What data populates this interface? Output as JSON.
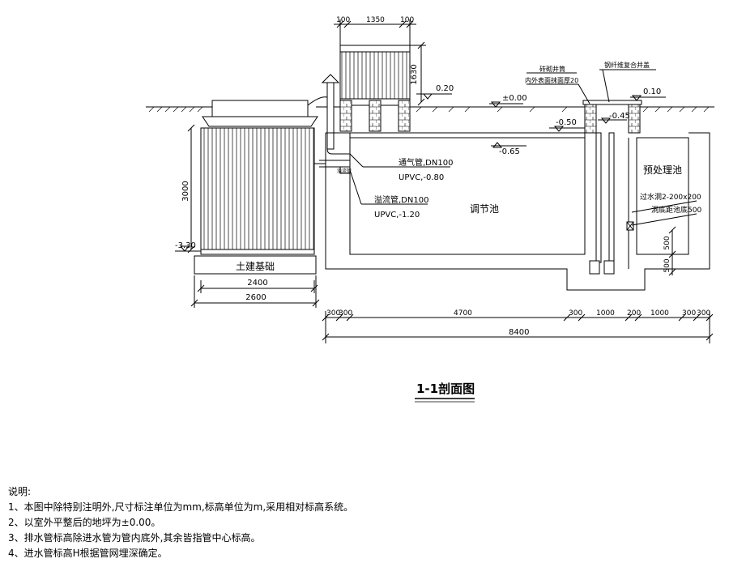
{
  "title": "1-1剖面图",
  "dimensions": {
    "top": [
      "100",
      "1350",
      "100"
    ],
    "top_height": "1630",
    "left_height": "3000",
    "base_inner": "2400",
    "base_outer": "2600",
    "bottom_row": [
      "300",
      "300",
      "4700",
      "300",
      "1000",
      "200",
      "1000",
      "300",
      "300"
    ],
    "bottom_total": "8400",
    "right_a": "500",
    "right_b": "500"
  },
  "elevations": {
    "ground": "±0.00",
    "e020": "0.20",
    "e010": "0.10",
    "e050": "-0.50",
    "e045": "-0.45",
    "e065": "-0.65",
    "e330": "-3.30"
  },
  "labels": {
    "vent_pipe": "通气管,DN100",
    "vent_pipe_spec": "UPVC,-0.80",
    "overflow_pipe": "溢流管,DN100",
    "overflow_pipe_spec": "UPVC,-1.20",
    "regulating_tank": "调节池",
    "pretreatment_tank": "预处理池",
    "civil_foundation": "土建基础",
    "brick_well": "砖砌井筒",
    "plaster": "内外表面抹面厚20",
    "well_cover": "钢纤维复合井盖",
    "water_hole": "过水洞2-200x200",
    "hole_bottom": "洞底距池底500",
    "small_tag": "溢流管"
  },
  "notes": {
    "heading": "说明:",
    "items": [
      "1、本图中除特别注明外,尺寸标注单位为mm,标高单位为m,采用相对标高系统。",
      "2、以室外平整后的地坪为±0.00。",
      "3、排水管标高除进水管为管内底外,其余皆指管中心标高。",
      "4、进水管标高H根据管网埋深确定。"
    ]
  }
}
